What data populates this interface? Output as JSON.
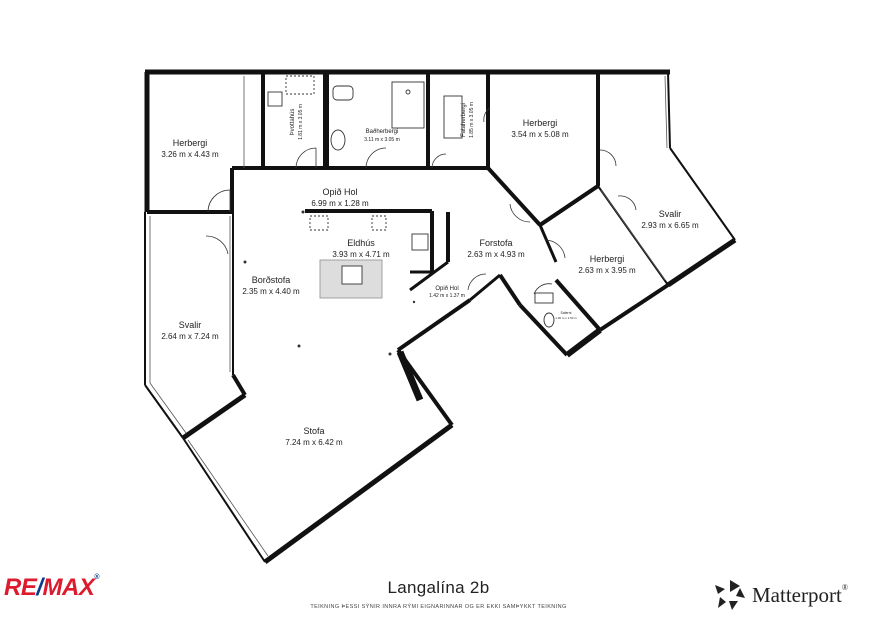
{
  "rooms": {
    "herbergi_nw": {
      "name": "Herbergi",
      "dim": "3.26 m x 4.43 m"
    },
    "thvottahus": {
      "name": "Þvottahús",
      "dim": "1.81 m x 3.05 m"
    },
    "badherbergi": {
      "name": "Baðherbergi",
      "dim": "3.11 m x 3.05 m"
    },
    "fataherbergi": {
      "name": "Fataherbergi",
      "dim": "1.85 m x 3.05 m"
    },
    "herbergi_ne": {
      "name": "Herbergi",
      "dim": "3.54 m x 5.08 m"
    },
    "opid_hol": {
      "name": "Opið Hol",
      "dim": "6.99 m x 1.28 m"
    },
    "eldhus": {
      "name": "Eldhús",
      "dim": "3.93 m x 4.71 m"
    },
    "forstofa": {
      "name": "Forstofa",
      "dim": "2.63 m x 4.93 m"
    },
    "svalir_e": {
      "name": "Svalir",
      "dim": "2.93 m x 6.65 m"
    },
    "herbergi_e": {
      "name": "Herbergi",
      "dim": "2.63 m x 3.95 m"
    },
    "bordstofa": {
      "name": "Borðstofa",
      "dim": "2.35 m x 4.40 m"
    },
    "opid_hol_small": {
      "name": "Opið Hol",
      "dim": "1.42 m x 1.37 m"
    },
    "svalir_w": {
      "name": "Svalir",
      "dim": "2.64 m x 7.24 m"
    },
    "stofa": {
      "name": "Stofa",
      "dim": "7.24 m x 6.42 m"
    },
    "salerni": {
      "name": "Salerni",
      "dim": "1.30 m x 1.50 m"
    }
  },
  "footer": {
    "title": "Langalína 2b",
    "subtitle": "TEIKNING ÞESSI SÝNIR INNRA RÝMI EIGNARINNAR OG ER EKKI SAMÞYKKT TEIKNING",
    "remax_left": "RE",
    "remax_slash": "/",
    "remax_right": "MAX",
    "remax_tm": "®",
    "matterport": "Matterport",
    "matterport_tm": "®"
  },
  "colors": {
    "wall": "#111111",
    "remax_red": "#dc1c2e",
    "remax_blue": "#0b3b8c"
  }
}
